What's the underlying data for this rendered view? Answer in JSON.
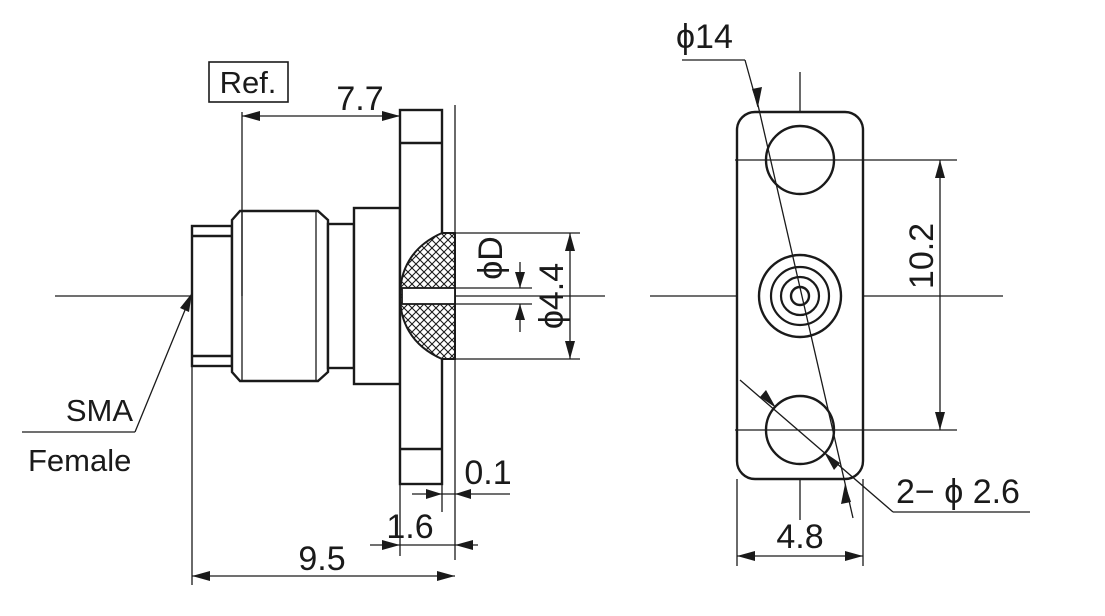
{
  "drawing": {
    "ref_label": "Ref.",
    "connector_type_line1": "SMA",
    "connector_type_line2": "Female",
    "side_view": {
      "dim_ref_length": "7.7",
      "dim_total_length": "9.5",
      "dim_flange_thickness": "1.6",
      "dim_gap": "0.1",
      "dim_pin_diameter": "ϕD",
      "dim_dielectric_diameter": "ϕ4.4"
    },
    "front_view": {
      "dim_flange_diameter": "ϕ14",
      "dim_hole_spacing": "10.2",
      "dim_flange_width": "4.8",
      "dim_holes": "2− ϕ 2.6"
    }
  }
}
